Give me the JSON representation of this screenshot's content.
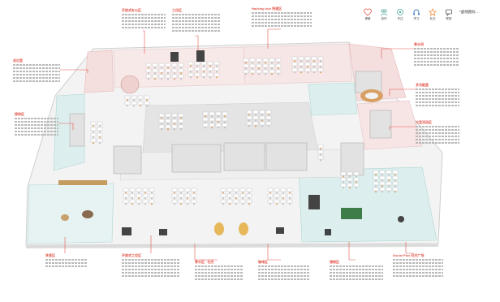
{
  "legend": {
    "items": [
      {
        "label": "健康",
        "icon": "heart-icon",
        "color": "#e2574c"
      },
      {
        "label": "协作",
        "icon": "people-icon",
        "color": "#4aa3a0"
      },
      {
        "label": "专注",
        "icon": "focus-icon",
        "color": "#4aa3a0"
      },
      {
        "label": "学习",
        "icon": "headphones-icon",
        "color": "#3a78c2"
      },
      {
        "label": "社交",
        "icon": "star-icon",
        "color": "#f08c3a"
      },
      {
        "label": "联络",
        "icon": "chat-icon",
        "color": "#555555"
      }
    ],
    "note": "*虚线图标 ..."
  },
  "colors": {
    "accent": "#e2574c",
    "teal": "#4aa3a0",
    "pink_zone": "#f4dede",
    "teal_zone": "#d4ecea",
    "floor": "#f2f2f2",
    "wall": "#d6d6d6"
  },
  "callouts": [
    {
      "id": "c1",
      "title": "开放式办公区",
      "lines": 5
    },
    {
      "id": "c2",
      "title": "工位区",
      "lines": 6
    },
    {
      "id": "c3",
      "title": "Hacking hub 快速区",
      "lines": 5
    },
    {
      "id": "c4",
      "title": "会议室",
      "lines": 6
    },
    {
      "id": "c5",
      "title": "接待区",
      "lines": 6
    },
    {
      "id": "c6",
      "title": "茶水间",
      "lines": 6
    },
    {
      "id": "c7",
      "title": "多功能室",
      "lines": 6
    },
    {
      "id": "c8",
      "title": "大型活动区",
      "lines": 6
    },
    {
      "id": "c9",
      "title": "休息区",
      "lines": 3
    },
    {
      "id": "c10",
      "title": "开放式工位区",
      "lines": 6
    },
    {
      "id": "c11",
      "title": "茶水区 · 社交",
      "lines": 5
    },
    {
      "id": "c12",
      "title": "咖啡区",
      "lines": 5
    },
    {
      "id": "c13",
      "title": "储物区",
      "lines": 5
    },
    {
      "id": "c14",
      "title": "Social Plus 社交广场",
      "lines": 6
    }
  ]
}
